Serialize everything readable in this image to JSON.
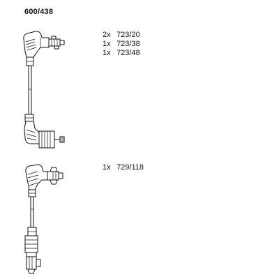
{
  "header": {
    "part_number": "600/438"
  },
  "part_groups": [
    {
      "items": [
        {
          "qty": "2x",
          "code": "723/20"
        },
        {
          "qty": "1x",
          "code": "723/38"
        },
        {
          "qty": "1x",
          "code": "723/48"
        }
      ]
    },
    {
      "items": [
        {
          "qty": "1x",
          "code": "729/118"
        }
      ]
    }
  ]
}
